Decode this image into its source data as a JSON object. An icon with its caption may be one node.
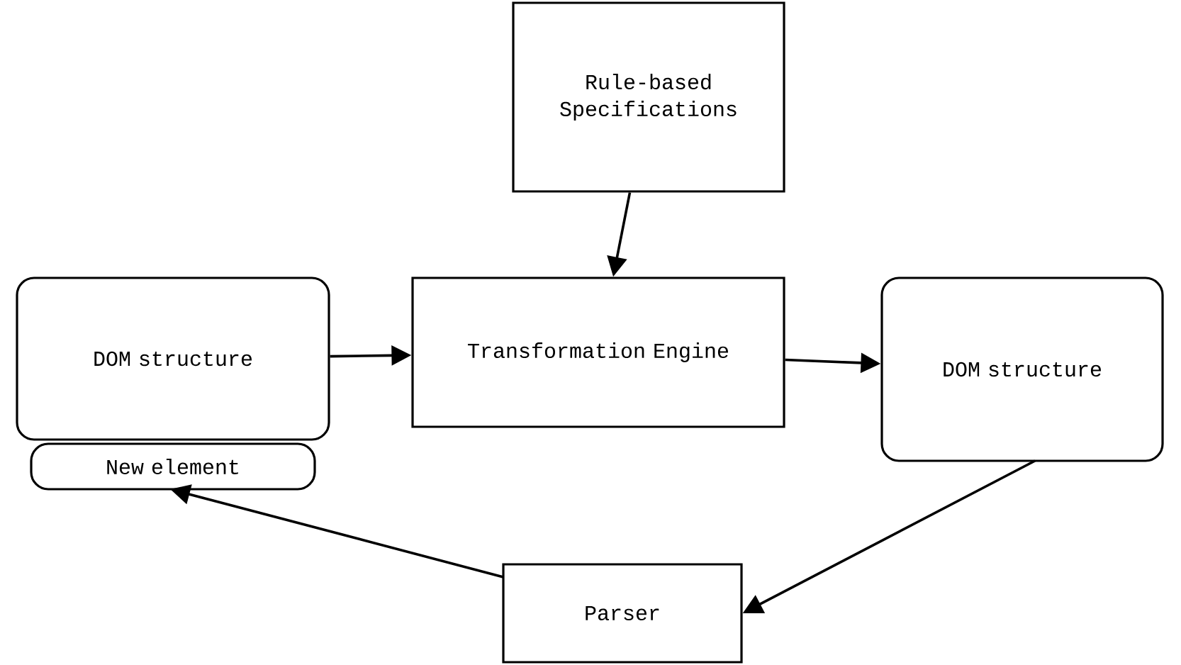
{
  "diagram": {
    "nodes": [
      {
        "text": [
          "Rule-based Specifications"
        ]
      },
      {
        "text": [
          "DOM structure"
        ]
      },
      {
        "text": [
          "New element"
        ]
      },
      {
        "text": [
          "Transformation Engine"
        ]
      },
      {
        "text": [
          "DOM structure"
        ]
      },
      {
        "text": [
          "Parser"
        ]
      }
    ],
    "edges": [
      {
        "from": 0,
        "to": 3,
        "arrow": "to"
      },
      {
        "from": 1,
        "to": 3,
        "arrow": "to"
      },
      {
        "from": 3,
        "to": 4,
        "arrow": "to"
      },
      {
        "from": 4,
        "to": 5,
        "arrow": "to"
      },
      {
        "from": 5,
        "to": 2,
        "arrow": "to"
      }
    ]
  }
}
